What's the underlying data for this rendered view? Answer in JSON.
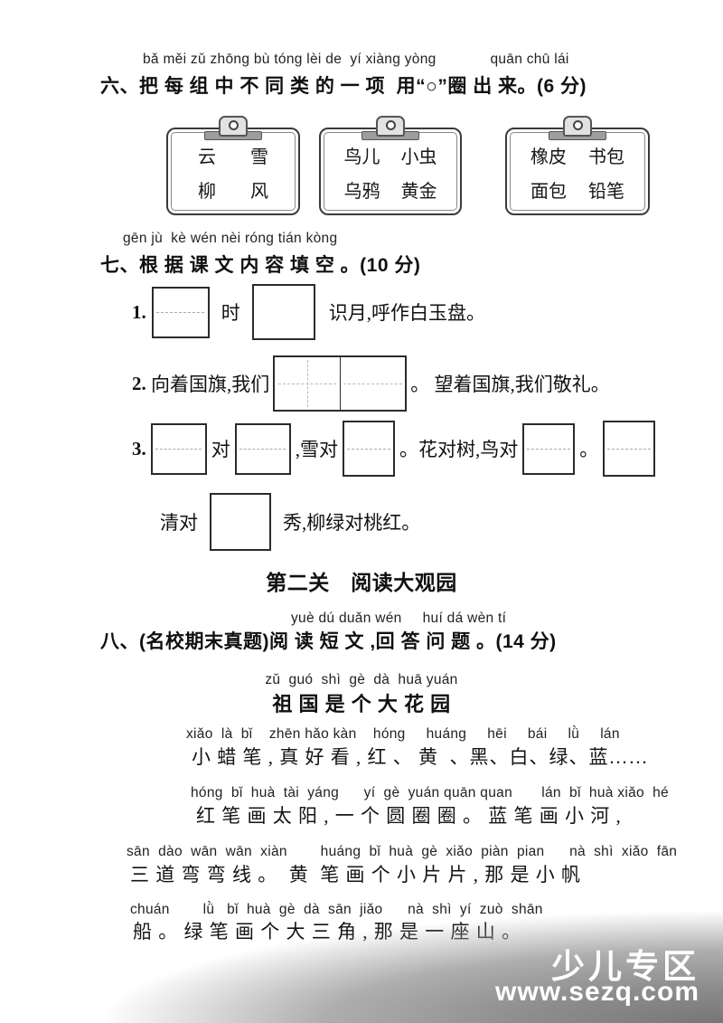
{
  "section6": {
    "pinyin": "bǎ měi zǔ zhōng bù tóng lèi de  yí xiàng yòng             quān chū lái",
    "heading": "六、把 每 组 中 不 同 类 的 一 项  用“○”圈 出 来。(6 分)",
    "clipboards": [
      {
        "words": [
          "云",
          "雪",
          "柳",
          "风"
        ]
      },
      {
        "words": [
          "鸟儿",
          "小虫",
          "乌鸦",
          "黄金"
        ]
      },
      {
        "words": [
          "橡皮",
          "书包",
          "面包",
          "铅笔"
        ]
      }
    ]
  },
  "section7": {
    "pinyin": "gēn jù  kè wén nèi róng tián kòng",
    "heading": "七、根 据 课 文 内 容 填 空 。(10 分)",
    "item1": {
      "num": "1.",
      "after_box1": "时",
      "after_box2": "识月,呼作白玉盘。"
    },
    "item2": {
      "num": "2.",
      "before_box": " 向着国旗,我们",
      "after_box": "。 望着国旗,我们敬礼。"
    },
    "item3": {
      "num": "3.",
      "seg1": "对",
      "seg2": ",雪对",
      "seg3": "。花对树,鸟对",
      "seg4": "。"
    },
    "item3_cont": {
      "seg1": "清对",
      "seg2": "秀,柳绿对桃红。"
    }
  },
  "pass2_heading": "第二关　阅读大观园",
  "section8": {
    "pinyin": "yuè dú duǎn wén     huí dá wèn tí",
    "heading": "八、(名校期末真题)阅 读 短 文 ,回 答 问 题 。(14 分)"
  },
  "passage": {
    "title_pinyin": "zǔ  guó  shì  gè  dà  huā yuán",
    "title": "祖 国 是 个 大 花 园",
    "lines": [
      {
        "pinyin": "xiǎo  là  bǐ    zhēn hǎo kàn    hóng     huáng     hēi     bái     lǜ     lán",
        "text": "小 蜡 笔 , 真 好 看 , 红 、 黄  、黑、白、绿、蓝……"
      },
      {
        "pinyin": "hóng  bǐ  huà  tài  yáng      yí  gè  yuán quān quan       lán  bǐ  huà xiǎo  hé",
        "text": "红 笔 画 太 阳 , 一 个 圆 圈 圈 。 蓝 笔 画 小 河 ,"
      },
      {
        "pinyin": "sān  dào  wān  wān  xiàn        huáng  bǐ  huà  gè  xiǎo  piàn  pian      nà  shì  xiǎo  fān",
        "text": "三 道 弯 弯 线 。  黄  笔 画 个 小 片 片 , 那 是 小 帆"
      },
      {
        "pinyin": "chuán        lǜ   bǐ  huà  gè  dà  sān  jiǎo      nà  shì  yí  zuò  shān",
        "text": "船 。 绿 笔 画 个 大 三 角 , 那 是 一 座 山 。"
      }
    ]
  },
  "watermark": {
    "title": "少儿专区",
    "url": "www.sezq.com"
  }
}
